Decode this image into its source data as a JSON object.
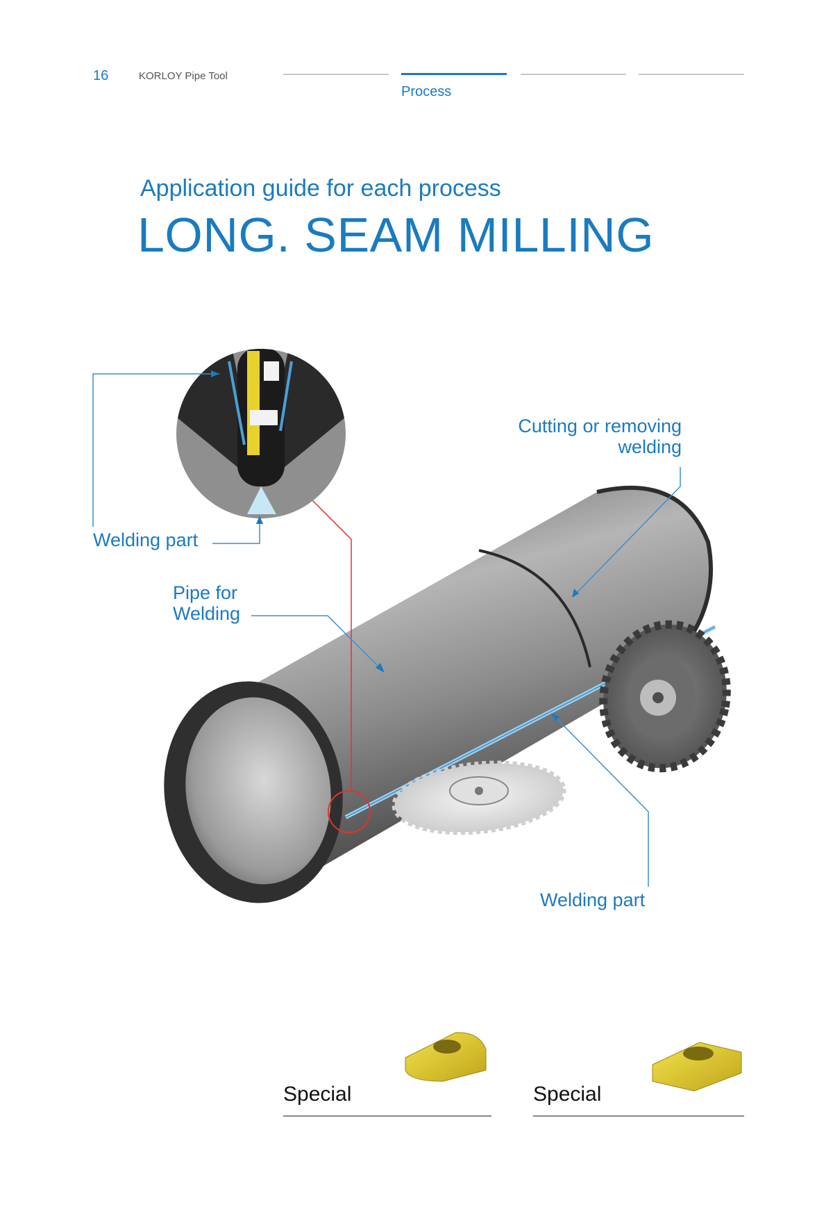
{
  "header": {
    "page_number": "16",
    "brand": "KORLOY Pipe Tool",
    "active_tab": "Process"
  },
  "title": {
    "subtitle": "Application guide for each process",
    "main": "LONG. SEAM MILLING"
  },
  "callouts": {
    "welding_part_top": "Welding part",
    "pipe_for_welding_line1": "Pipe for",
    "pipe_for_welding_line2": "Welding",
    "cutting_line1": "Cutting or removing",
    "cutting_line2": "welding",
    "welding_part_bottom": "Welding part"
  },
  "inserts": [
    {
      "label": "Special"
    },
    {
      "label": "Special"
    }
  ],
  "colors": {
    "accent": "#1a7bc0",
    "highlight": "#e0342b",
    "insert_yellow": "#e7d22c"
  }
}
